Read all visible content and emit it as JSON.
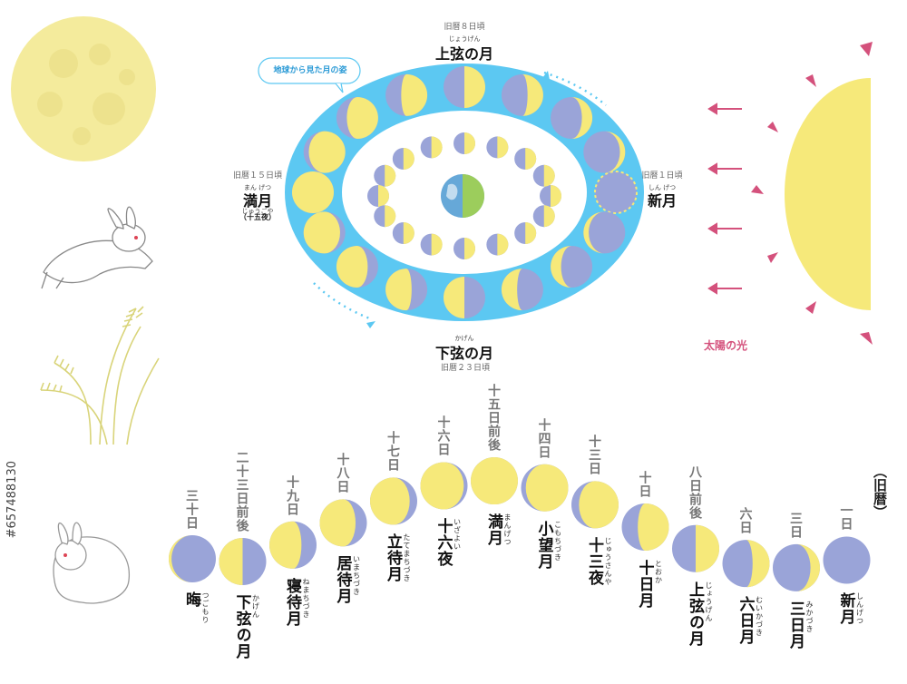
{
  "colors": {
    "yellow": "#f6e97a",
    "purple": "#9aa4d8",
    "sky": "#5cc8f2",
    "pink": "#d4517c",
    "moon": "#f3e99a"
  },
  "diagram": {
    "callout": "地球から見た月の姿",
    "top": {
      "note": "旧暦８日頃",
      "ruby": "じょうげん",
      "name": "上弦の月"
    },
    "bottom": {
      "note": "旧暦２３日頃",
      "ruby": "かげん",
      "name": "下弦の月"
    },
    "left": {
      "note": "旧暦１５日頃",
      "ruby": "まん げつ",
      "name": "満月",
      "sub": "（十五夜）",
      "sub_ruby": "じゅうごや"
    },
    "right": {
      "note": "旧暦１日頃",
      "ruby": "しん げつ",
      "name": "新月"
    },
    "sunlight": "太陽の光"
  },
  "calendar": {
    "title": "（旧暦）",
    "phases": [
      {
        "day": "三十日",
        "name": "晦",
        "ruby": "つごもり"
      },
      {
        "day": "二十三日前後",
        "name": "下弦の月",
        "ruby": "かげん"
      },
      {
        "day": "十九日",
        "name": "寝待月",
        "ruby": "ねまちづき"
      },
      {
        "day": "十八日",
        "name": "居待月",
        "ruby": "いまちづき"
      },
      {
        "day": "十七日",
        "name": "立待月",
        "ruby": "たてまちづき"
      },
      {
        "day": "十六日",
        "name": "十六夜",
        "ruby": "いざよい"
      },
      {
        "day": "十五日前後",
        "name": "満月",
        "ruby": "まんげつ"
      },
      {
        "day": "十四日",
        "name": "小望月",
        "ruby": "こもちづき"
      },
      {
        "day": "十三日",
        "name": "十三夜",
        "ruby": "じゅうさんや"
      },
      {
        "day": "十日",
        "name": "十日月",
        "ruby": "とおか"
      },
      {
        "day": "八日前後",
        "name": "上弦の月",
        "ruby": "じょうげん"
      },
      {
        "day": "六日",
        "name": "六日月",
        "ruby": "むいかづき"
      },
      {
        "day": "三日",
        "name": "三日月",
        "ruby": "みかづき"
      },
      {
        "day": "一日",
        "name": "新月",
        "ruby": "しんげつ"
      }
    ]
  },
  "stock_id": "#657488130"
}
